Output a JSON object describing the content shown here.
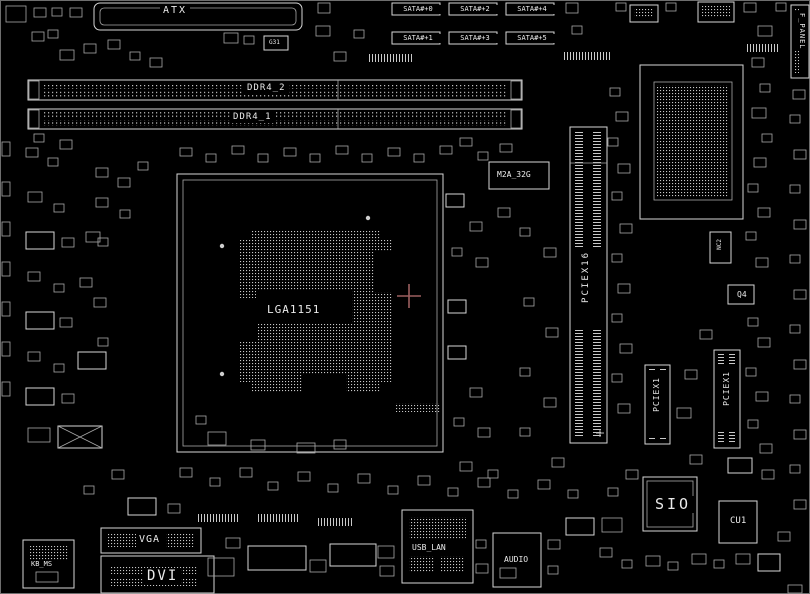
{
  "meta": {
    "background": "#000000",
    "line_color": "#d6d6d6",
    "origin_marker_color": "#9c5f5f"
  },
  "labels": {
    "atx": "ATX",
    "ddr4_2": "DDR4_2",
    "ddr4_1": "DDR4_1",
    "cpu_socket": "LGA1151",
    "m2_slot": "M2A_32G",
    "pciex16": "PCIEX16",
    "pciex1_top": "PCIEX1",
    "pciex1_bottom": "PCIEX1",
    "nc2": "NC2",
    "q4": "Q4",
    "sio": "SIO",
    "cu1": "CU1",
    "vga": "VGA",
    "dvi": "DVI",
    "kb_ms": "KB_MS",
    "usb_lan": "USB_LAN",
    "audio": "AUDIO",
    "f_panel": "F_PANEL",
    "g31": "G31"
  },
  "sata": {
    "row1": [
      "SATA#+0",
      "SATA#+2",
      "SATA#+4"
    ],
    "row2": [
      "SATA#+1",
      "SATA#+3",
      "SATA#+5"
    ]
  }
}
